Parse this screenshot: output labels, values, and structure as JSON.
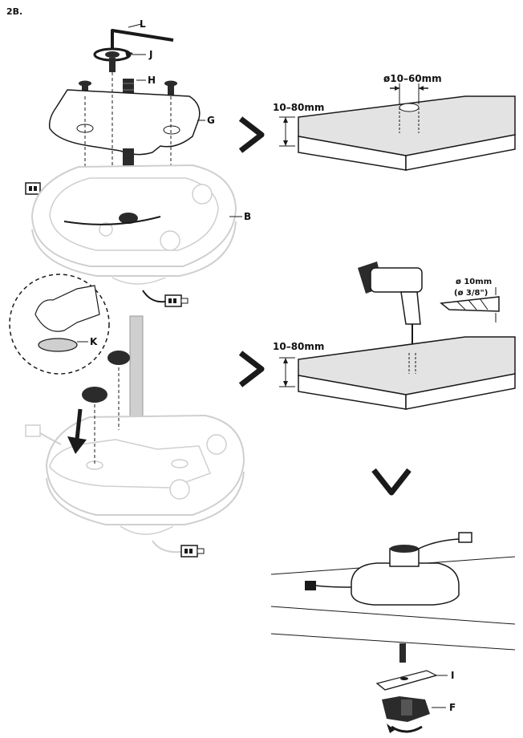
{
  "step_label": "2B.",
  "parts": {
    "L": "L",
    "J": "J",
    "H": "H",
    "G": "G",
    "B": "B",
    "K": "K",
    "I": "I",
    "F": "F"
  },
  "dimensions": {
    "desk_thickness_top": "10–80mm",
    "hole_diameter": "ø10–60mm",
    "desk_thickness_bottom": "10–80mm",
    "drill_size_metric": "ø 10mm",
    "drill_size_imperial": "(ø 3/8\")"
  },
  "colors": {
    "line": "#1a1a1a",
    "light": "#cfcfcf",
    "fill": "#ffffff",
    "dark": "#2b2b2b",
    "desk_top": "#e3e3e3"
  }
}
